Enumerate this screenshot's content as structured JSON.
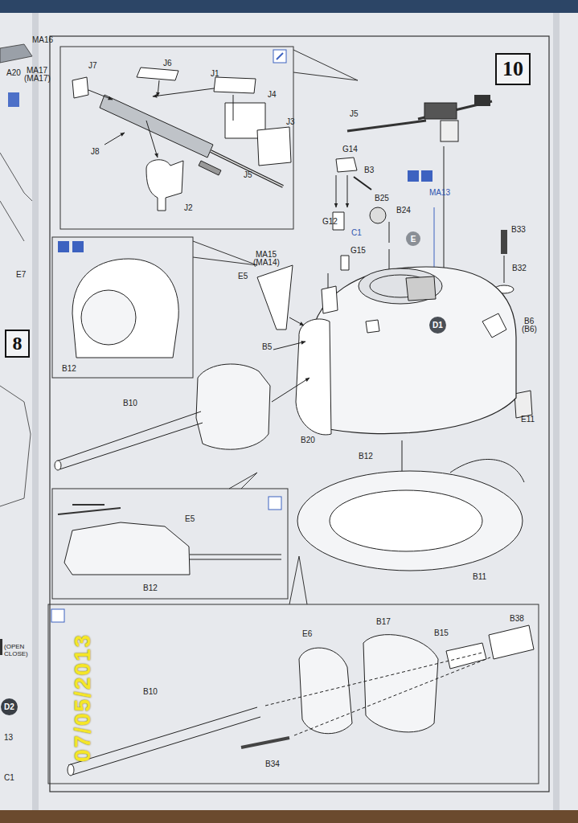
{
  "diagram": {
    "nodes": [
      {
        "text": [
          "10"
        ]
      },
      {
        "text": [
          "8"
        ]
      },
      {
        "text": [
          "E"
        ]
      },
      {
        "text": [
          "D1"
        ]
      },
      {
        "text": [
          "D2"
        ]
      }
    ],
    "labels": [
      "MA16",
      "A20",
      "MA17",
      "(MA17)",
      "J7",
      "J6",
      "J1",
      "J4",
      "J3",
      "J8",
      "J5",
      "J2",
      "J5",
      "G14",
      "B3",
      "MA13",
      "B25",
      "B24",
      "B33",
      "G12",
      "C1",
      "G15",
      "MA15",
      "(MA14)",
      "B32",
      "E7",
      "E5",
      "B6",
      "(B6)",
      "B5",
      "B12",
      "B10",
      "E11",
      "B20",
      "B12",
      "E5",
      "B11",
      "B12",
      "E6",
      "B17",
      "B15",
      "B38",
      "(OPEN CLOSE)",
      "B10",
      "13",
      "B34",
      "C1",
      "07/05/2013"
    ]
  }
}
